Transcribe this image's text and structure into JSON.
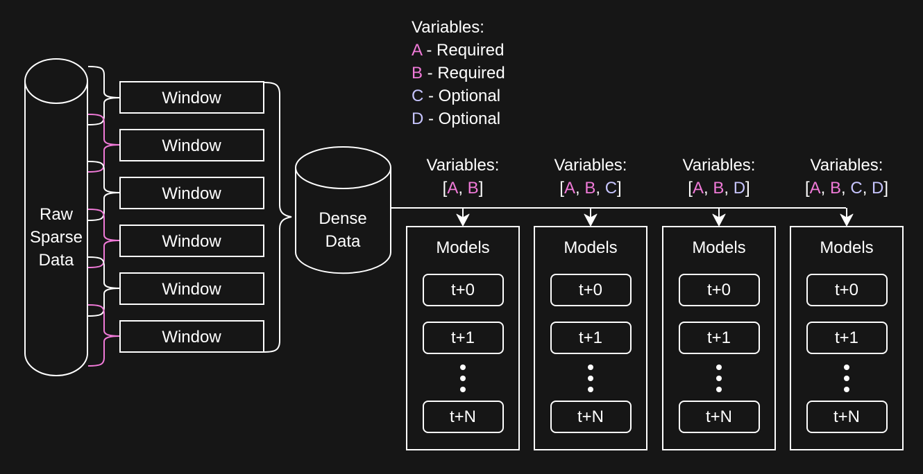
{
  "colors": {
    "background": "#161616",
    "stroke": "#ffffff",
    "required": "#f07ad8",
    "optional": "#c7c5ff",
    "bracket_pink": "#f07ad8"
  },
  "raw_data_label": [
    "Raw",
    "Sparse",
    "Data"
  ],
  "dense_data_label": [
    "Dense",
    "Data"
  ],
  "windows": [
    "Window",
    "Window",
    "Window",
    "Window",
    "Window",
    "Window"
  ],
  "legend": {
    "title": "Variables:",
    "items": [
      {
        "key": "A",
        "text": " - Required",
        "kind": "required"
      },
      {
        "key": "B",
        "text": " - Required",
        "kind": "required"
      },
      {
        "key": "C",
        "text": " - Optional",
        "kind": "optional"
      },
      {
        "key": "D",
        "text": " - Optional",
        "kind": "optional"
      }
    ]
  },
  "model_groups": [
    {
      "header": "Variables:",
      "vars": [
        "A",
        "B"
      ],
      "title": "Models",
      "steps": [
        "t+0",
        "t+1",
        "t+N"
      ]
    },
    {
      "header": "Variables:",
      "vars": [
        "A",
        "B",
        "C"
      ],
      "title": "Models",
      "steps": [
        "t+0",
        "t+1",
        "t+N"
      ]
    },
    {
      "header": "Variables:",
      "vars": [
        "A",
        "B",
        "D"
      ],
      "title": "Models",
      "steps": [
        "t+0",
        "t+1",
        "t+N"
      ]
    },
    {
      "header": "Variables:",
      "vars": [
        "A",
        "B",
        "C",
        "D"
      ],
      "title": "Models",
      "steps": [
        "t+0",
        "t+1",
        "t+N"
      ]
    }
  ]
}
